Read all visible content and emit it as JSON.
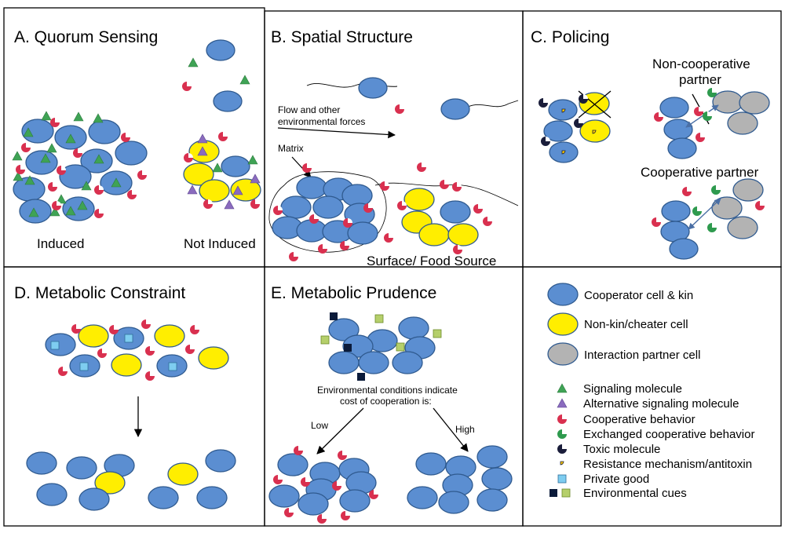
{
  "panels": {
    "a": {
      "title": "A. Quorum Sensing",
      "left_label": "Induced",
      "right_label": "Not Induced"
    },
    "b": {
      "title": "B. Spatial Structure",
      "flow_label_1": "Flow and other",
      "flow_label_2": "environmental forces",
      "matrix_label": "Matrix",
      "surface_label": "Surface/ Food Source"
    },
    "c": {
      "title": "C. Policing",
      "noncoop_label_1": "Non-cooperative",
      "noncoop_label_2": "partner",
      "coop_label": "Cooperative partner"
    },
    "d": {
      "title": "D. Metabolic Constraint"
    },
    "e": {
      "title": "E. Metabolic Prudence",
      "cond_label_1": "Environmental conditions indicate",
      "cond_label_2": "cost of cooperation is:",
      "low_label": "Low",
      "high_label": "High"
    }
  },
  "legend": {
    "cooperator": "Cooperator cell & kin",
    "nonkin": "Non-kin/cheater cell",
    "partner": "Interaction partner cell",
    "signaling": "Signaling molecule",
    "alt_signaling": "Alternative signaling molecule",
    "coop_behavior": "Cooperative behavior",
    "exchanged": "Exchanged cooperative behavior",
    "toxic": "Toxic molecule",
    "resistance": "Resistance mechanism/antitoxin",
    "private": "Private good",
    "env_cues": "Environmental cues"
  },
  "colors": {
    "cooperator_cell": "#5b8ed1",
    "cheater_cell": "#ffee00",
    "partner_cell": "#b3b3b3",
    "cell_outline": "#2f5a8f",
    "signal_green": "#3fa355",
    "signal_purple": "#8a6bbe",
    "cooperative_red": "#d9304f",
    "exchanged_green": "#2e9a4e",
    "toxic": "#1a1d3a",
    "private_good": "#7ecdf0",
    "cue_dark": "#0b1b3a",
    "cue_light": "#b5cf6b",
    "arrow_blue": "#4a6fa5"
  }
}
